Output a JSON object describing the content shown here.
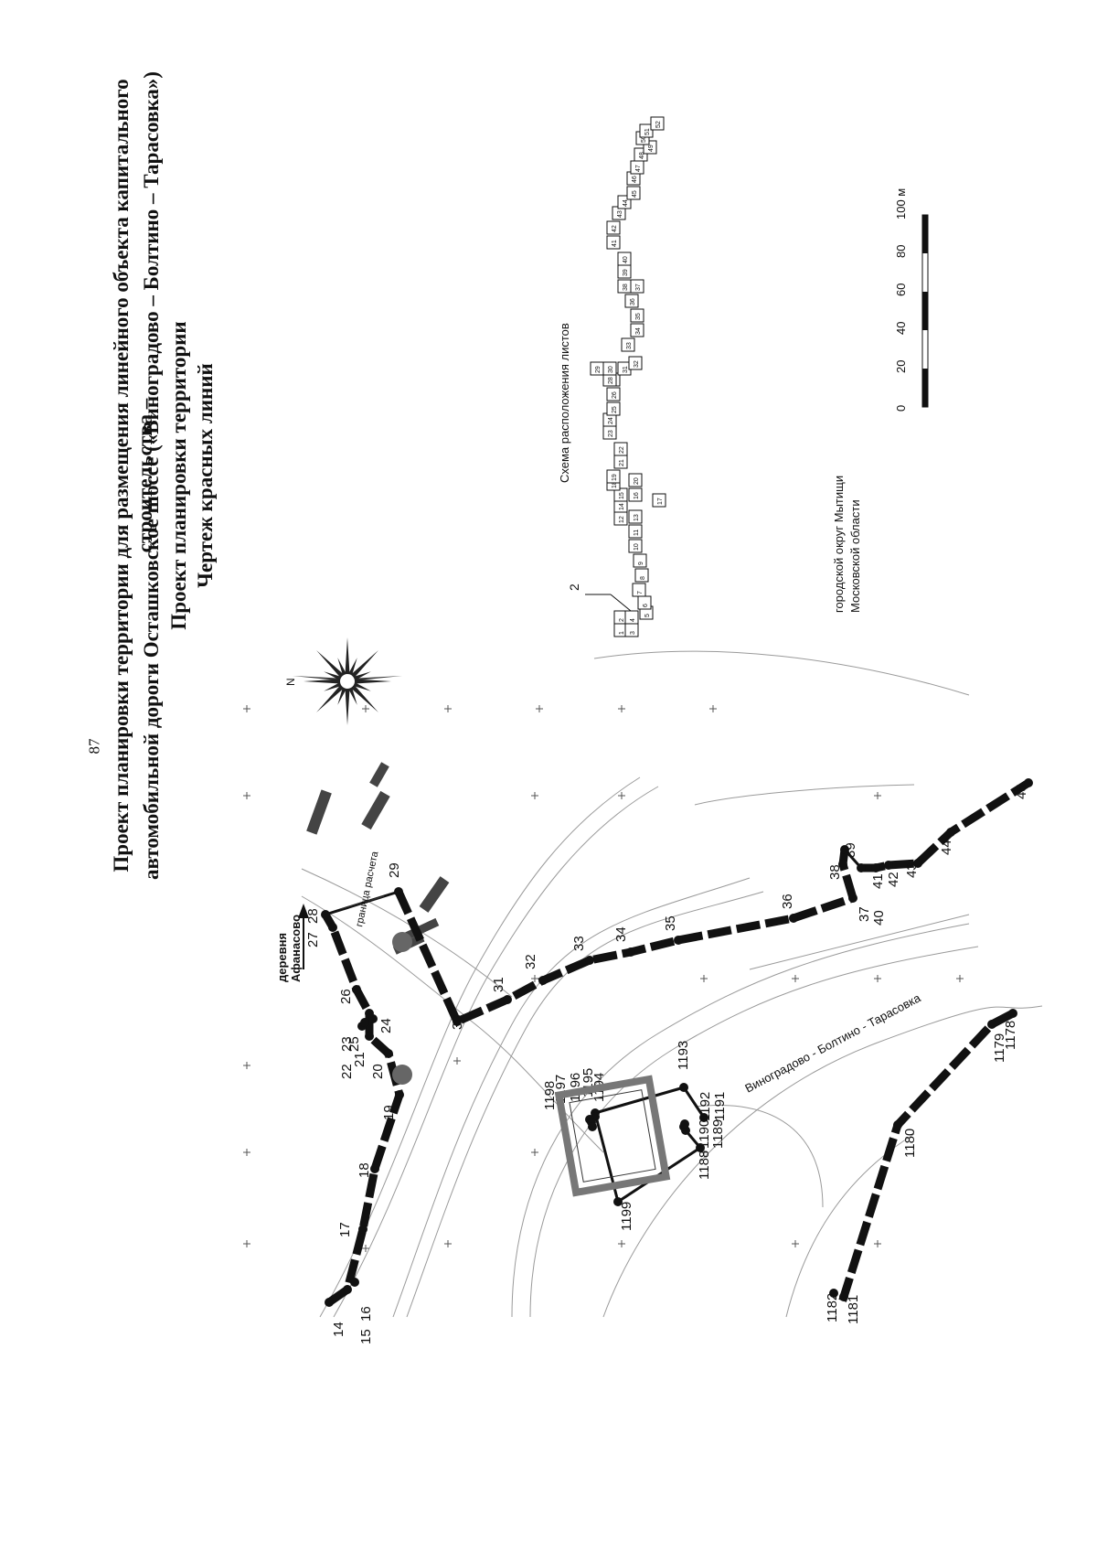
{
  "page_number": "87",
  "title": {
    "line1": "Проект планировки территории для размещения линейного объекта капитального строительства –",
    "line2": "автомобильной дороги Осташковское шоссе («Виноградово – Болтино – Тарасовка»)",
    "line3": "Проект планировки территории",
    "line4": "Чертеж красных линий"
  },
  "legend": {
    "sheet_scheme_title": "Схема расположения листов",
    "sheet_pointer": "2",
    "municipality_line1": "городской округ Мытищи",
    "municipality_line2": "Московской области",
    "scale_ticks": [
      "0",
      "20",
      "40",
      "60",
      "80",
      "100 м"
    ],
    "sheet_numbers": [
      "1",
      "2",
      "3",
      "4",
      "5",
      "6",
      "7",
      "8",
      "9",
      "10",
      "11",
      "12",
      "13",
      "14",
      "15",
      "16",
      "17",
      "18",
      "19",
      "20",
      "21",
      "22",
      "23",
      "24",
      "25",
      "26",
      "27",
      "28",
      "29",
      "30",
      "31",
      "32",
      "33",
      "34",
      "35",
      "36",
      "37",
      "38",
      "39",
      "40",
      "41",
      "42",
      "43",
      "44",
      "45",
      "46",
      "47",
      "48",
      "49",
      "50",
      "51",
      "52"
    ]
  },
  "map": {
    "compass_letter": "N",
    "village_line1": "деревня",
    "village_line2": "Афанасово",
    "road_label": "Виноградово - Болтино - Тарасовка",
    "boundary_label": "граница расчета",
    "colors": {
      "red_line": "#111111",
      "base": "#9a9a9a",
      "fill": "#2a2a2a"
    },
    "points": [
      {
        "id": "14",
        "label": "14"
      },
      {
        "id": "15",
        "label": "15"
      },
      {
        "id": "16",
        "label": "16"
      },
      {
        "id": "17",
        "label": "17"
      },
      {
        "id": "18",
        "label": "18"
      },
      {
        "id": "19",
        "label": "19"
      },
      {
        "id": "20",
        "label": "20"
      },
      {
        "id": "21",
        "label": "21"
      },
      {
        "id": "22",
        "label": "22"
      },
      {
        "id": "23",
        "label": "23"
      },
      {
        "id": "24",
        "label": "24"
      },
      {
        "id": "25",
        "label": "25"
      },
      {
        "id": "26",
        "label": "26"
      },
      {
        "id": "27",
        "label": "27"
      },
      {
        "id": "28",
        "label": "28"
      },
      {
        "id": "29",
        "label": "29"
      },
      {
        "id": "30",
        "label": "30"
      },
      {
        "id": "31",
        "label": "31"
      },
      {
        "id": "32",
        "label": "32"
      },
      {
        "id": "33",
        "label": "33"
      },
      {
        "id": "34",
        "label": "34"
      },
      {
        "id": "35",
        "label": "35"
      },
      {
        "id": "36",
        "label": "36"
      },
      {
        "id": "37",
        "label": "37"
      },
      {
        "id": "38",
        "label": "38"
      },
      {
        "id": "39",
        "label": "39"
      },
      {
        "id": "40",
        "label": "40"
      },
      {
        "id": "41",
        "label": "41"
      },
      {
        "id": "42",
        "label": "42"
      },
      {
        "id": "43",
        "label": "43"
      },
      {
        "id": "44",
        "label": "44"
      },
      {
        "id": "45",
        "label": "45"
      },
      {
        "id": "1178",
        "label": "1178"
      },
      {
        "id": "1179",
        "label": "1179"
      },
      {
        "id": "1180",
        "label": "1180"
      },
      {
        "id": "1181",
        "label": "1181"
      },
      {
        "id": "1182",
        "label": "1182"
      },
      {
        "id": "1188",
        "label": "1188"
      },
      {
        "id": "1189",
        "label": "1189"
      },
      {
        "id": "1190",
        "label": "1190"
      },
      {
        "id": "1191",
        "label": "1191"
      },
      {
        "id": "1192",
        "label": "1192"
      },
      {
        "id": "1193",
        "label": "1193"
      },
      {
        "id": "1194",
        "label": "1194"
      },
      {
        "id": "1195",
        "label": "1195"
      },
      {
        "id": "1196",
        "label": "1196"
      },
      {
        "id": "1197",
        "label": "1197"
      },
      {
        "id": "1198",
        "label": "1198"
      },
      {
        "id": "1199",
        "label": "1199"
      }
    ]
  }
}
